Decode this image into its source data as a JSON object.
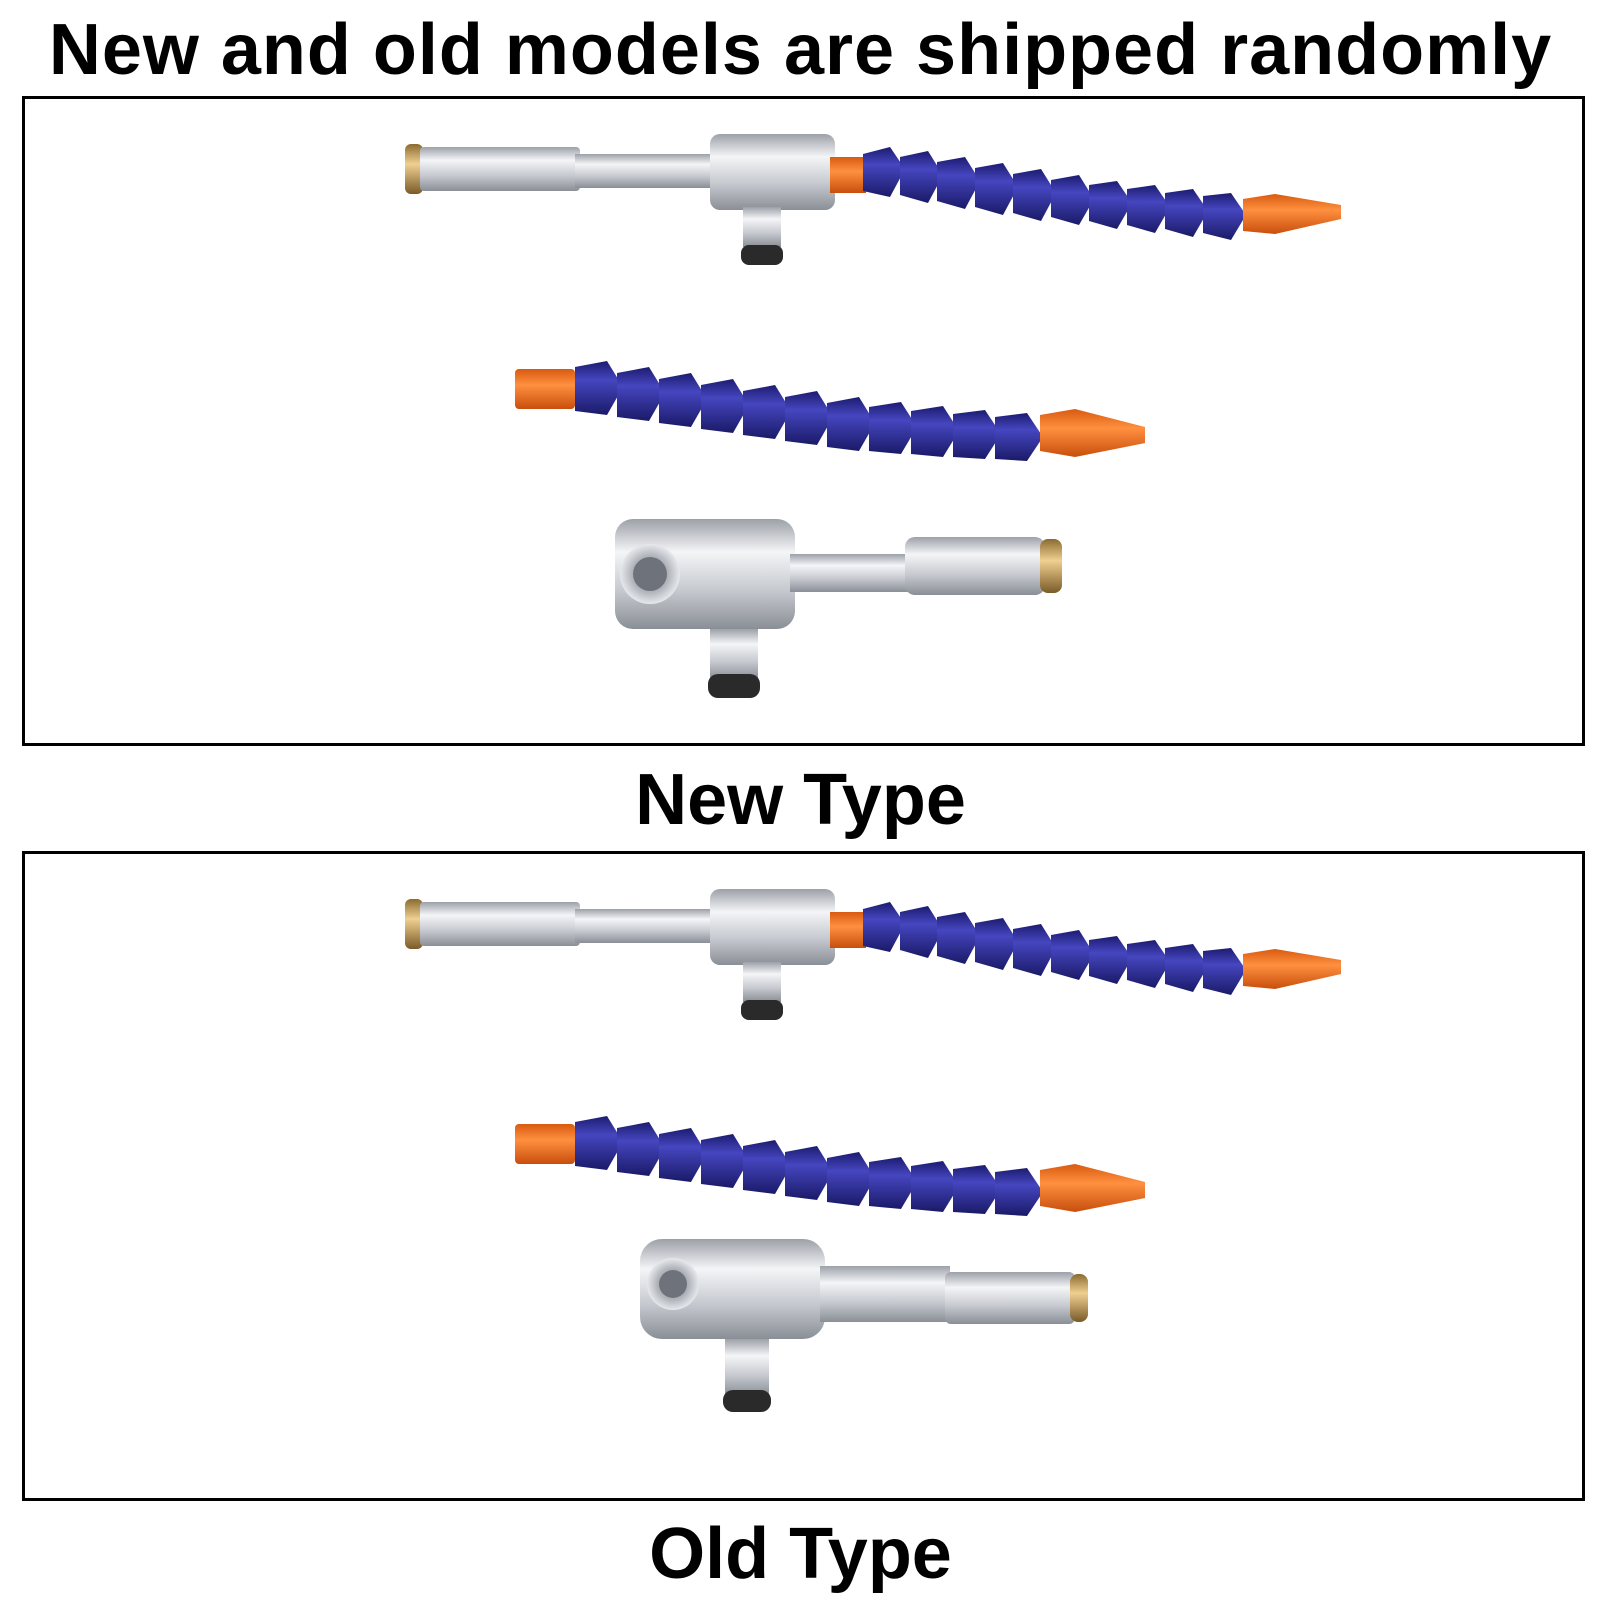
{
  "header": {
    "title": "New and old models are shipped randomly"
  },
  "panels": [
    {
      "caption": "New Type"
    },
    {
      "caption": "Old Type"
    }
  ],
  "colors": {
    "hose_blue": "#2f2f9a",
    "nozzle_orange": "#f07020",
    "aluminum": "#c9ccd2",
    "brass": "#c8a060",
    "border": "#000000"
  },
  "icons": [
    "spray-pipe-with-hose-icon",
    "flexible-coolant-hose-icon",
    "vortex-tube-body-icon"
  ]
}
